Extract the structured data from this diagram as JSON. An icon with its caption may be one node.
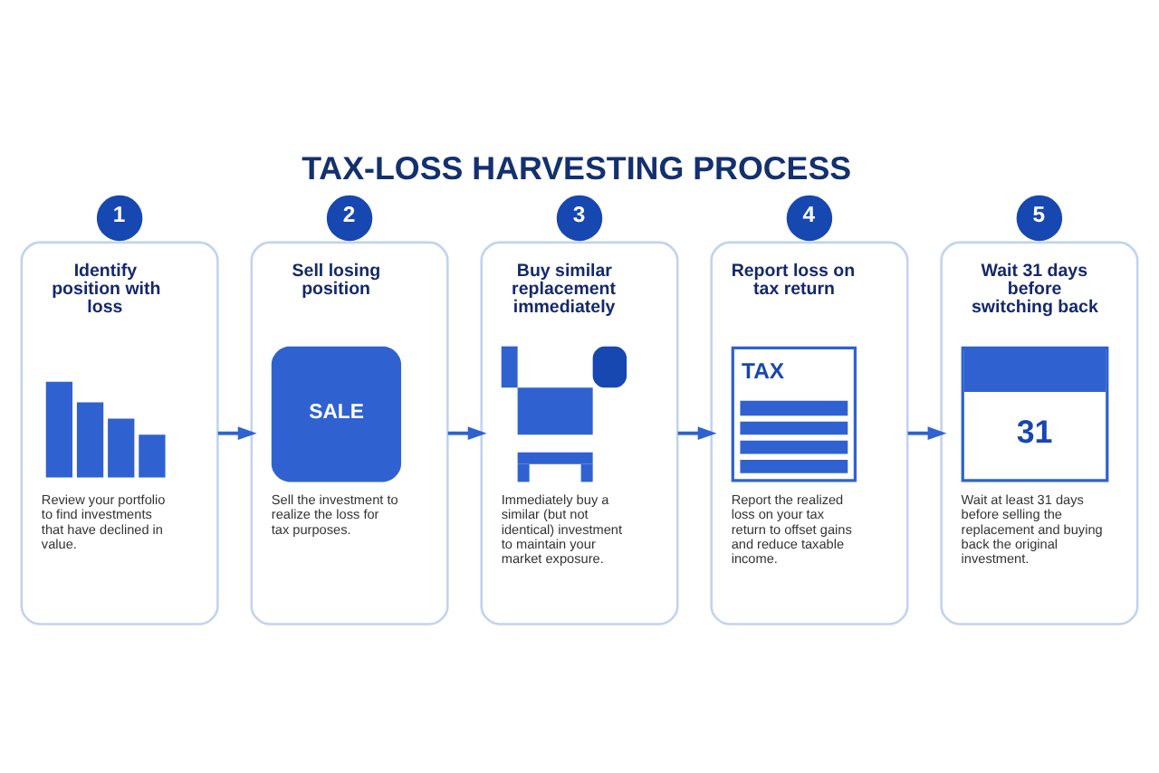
{
  "diagram": {
    "title": "TAX-LOSS HARVESTING PROCESS",
    "nodes": [
      {
        "text": [
          "1"
        ]
      },
      {
        "text": [
          "Identify position with loss",
          "Review your portfolio to find investments that have declined in value."
        ]
      },
      {
        "text": [
          "2"
        ]
      },
      {
        "text": [
          "Sell losing position",
          "SALE",
          "Sell the investment to realize the loss for tax purposes."
        ]
      },
      {
        "text": [
          "3"
        ]
      },
      {
        "text": [
          "Buy similar replacement immediately",
          "Immediately buy a similar (but not identical) investment to maintain your market exposure."
        ]
      },
      {
        "text": [
          "4"
        ]
      },
      {
        "text": [
          "Report loss on tax return",
          "TAX",
          "Report the realized loss on your tax return to offset gains and reduce taxable income."
        ]
      },
      {
        "text": [
          "5"
        ]
      },
      {
        "text": [
          "Wait 31 days before switching back",
          "31",
          "Wait at least 31 days before selling the replacement and buying back the original investment."
        ]
      }
    ],
    "edges": [
      {
        "from": 1,
        "to": 3,
        "arrow": "to"
      },
      {
        "from": 3,
        "to": 5,
        "arrow": "to"
      },
      {
        "from": 5,
        "to": 7,
        "arrow": "to"
      },
      {
        "from": 7,
        "to": 9,
        "arrow": "to"
      }
    ]
  }
}
